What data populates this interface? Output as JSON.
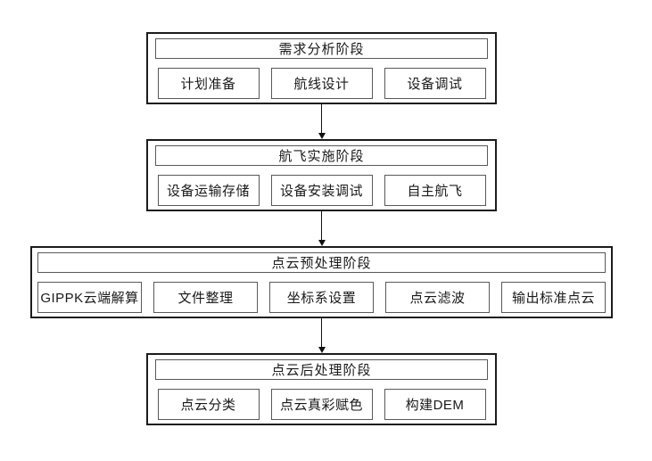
{
  "diagram": {
    "type": "flowchart",
    "direction": "top-down",
    "background": "#ffffff",
    "colors": {
      "outer_border": "#1c1c1c",
      "inner_border": "#595959",
      "arrow": "#111111",
      "text": "#1a1a1a"
    },
    "connector": "down-arrow",
    "stages": [
      {
        "title": "需求分析阶段",
        "steps": [
          "计划准备",
          "航线设计",
          "设备调试"
        ]
      },
      {
        "title": "航飞实施阶段",
        "steps": [
          "设备运输存储",
          "设备安装调试",
          "自主航飞"
        ]
      },
      {
        "title": "点云预处理阶段",
        "steps": [
          "GIPPK云端解算",
          "文件整理",
          "坐标系设置",
          "点云滤波",
          "输出标准点云"
        ]
      },
      {
        "title": "点云后处理阶段",
        "steps": [
          "点云分类",
          "点云真彩赋色",
          "构建DEM"
        ]
      }
    ]
  }
}
